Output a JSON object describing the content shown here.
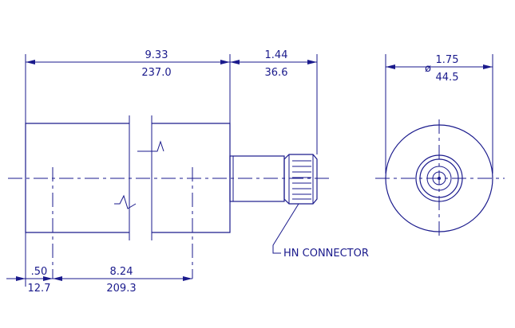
{
  "drawing": {
    "dim_overall_length": {
      "in": "9.33",
      "mm": "237.0"
    },
    "dim_connector_length": {
      "in": "1.44",
      "mm": "36.6"
    },
    "dim_diameter": {
      "symbol": "ø",
      "in": "1.75",
      "mm": "44.5"
    },
    "dim_mount_offset": {
      "in": ".50",
      "mm": "12.7"
    },
    "dim_mount_spacing": {
      "in": "8.24",
      "mm": "209.3"
    },
    "connector_label": "HN CONNECTOR"
  },
  "colors": {
    "line": "#1a1a8c",
    "background": "#ffffff"
  }
}
